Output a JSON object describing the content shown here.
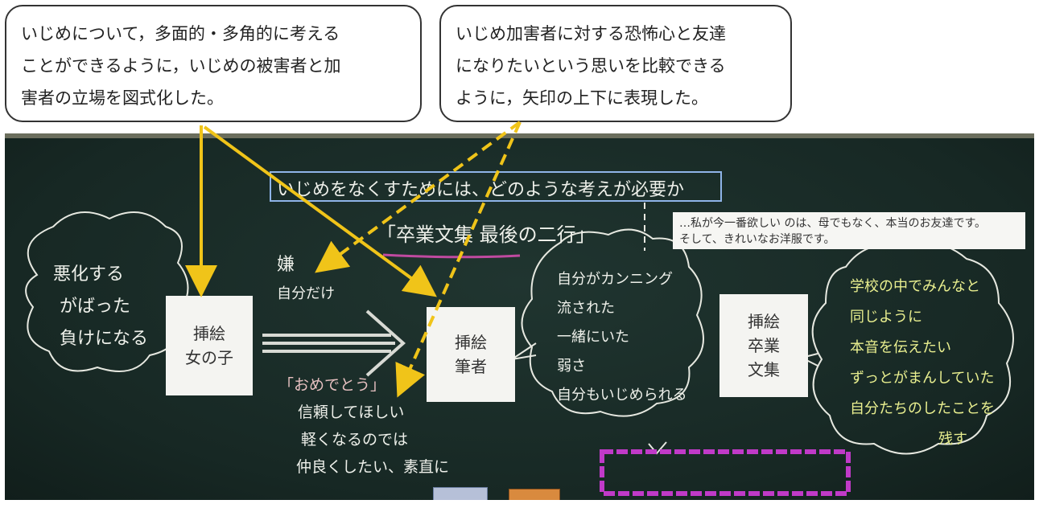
{
  "callouts": {
    "left": [
      "いじめについて，多面的・多角的に考える",
      "ことができるように，いじめの被害者と加",
      "害者の立場を図式化した。"
    ],
    "right": [
      "いじめ加害者に対する恐怖心と友達",
      "になりたいという思いを比較できる",
      "ように，矢印の上下に表現した。"
    ]
  },
  "board": {
    "title": "いじめをなくすためには、どのような考えが必要か",
    "subtitle": "「卒業文集 最後の二行」",
    "note": [
      "…私が今一番欲しい のは、母でもなく、本当のお友達です。",
      "そして、きれいなお洋服です。"
    ],
    "left_bubble": [
      "悪化する",
      "がばった",
      "負けになる"
    ],
    "dislike": [
      "嫌",
      "自分だけ"
    ],
    "congrats": [
      "「おめでとう」",
      "信頼してほしい",
      "軽くなるのでは",
      "仲良くしたい、素直に"
    ],
    "center_bubble": [
      "自分がカンニング",
      "流された",
      "一緒にいた",
      "弱さ",
      "自分もいじめられる"
    ],
    "right_bubble": [
      "学校の中でみんなと",
      "同じように",
      "本音を伝えたい",
      "ずっとがまんしていた",
      "自分たちのしたことを",
      "残す"
    ],
    "cards": {
      "girl": [
        "挿絵",
        "女の子"
      ],
      "author": [
        "挿絵",
        "筆者"
      ],
      "collection": [
        "挿絵",
        "卒業",
        "文集"
      ]
    }
  },
  "colors": {
    "board": "#1b2d29",
    "arrow_yellow": "#f0c419",
    "frame_purple": "#c03ac8",
    "underline_magenta": "#c04aa0",
    "title_frame": "#8fb4e8"
  }
}
